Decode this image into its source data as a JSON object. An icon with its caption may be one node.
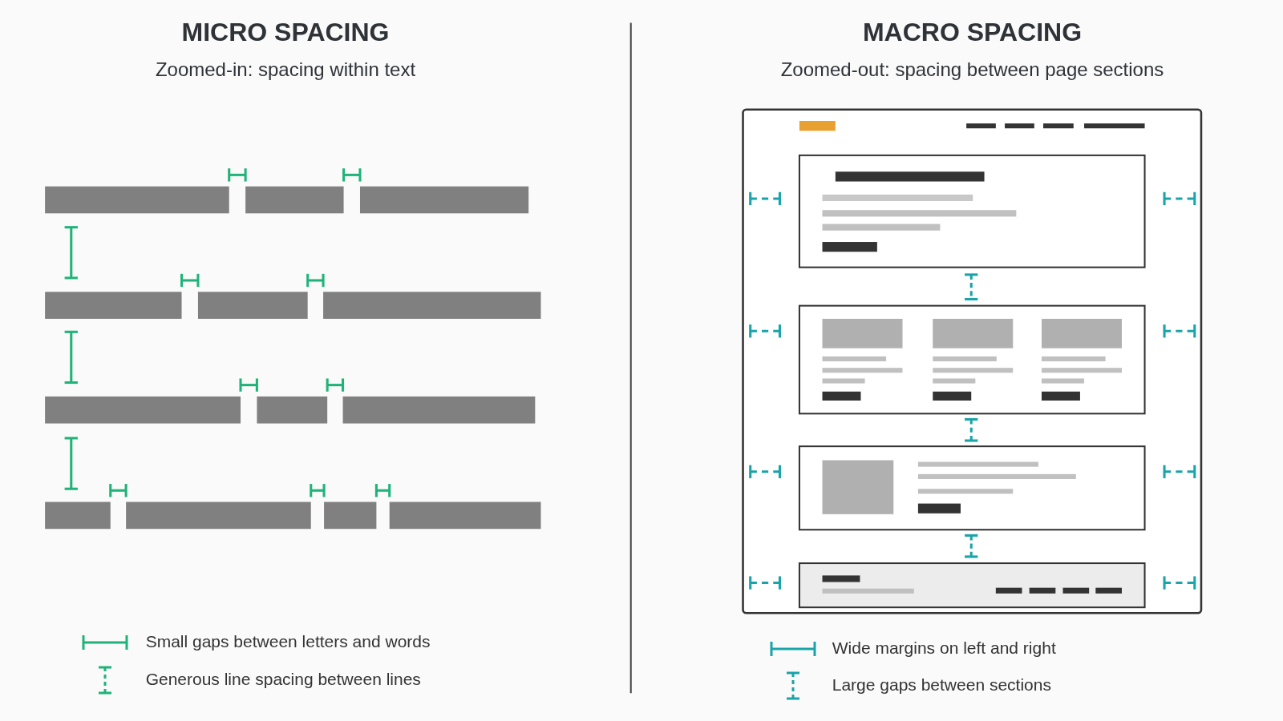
{
  "diagram": {
    "nodes": [
      {
        "text": [
          "MICRO SPACING",
          "Zoomed-in: spacing within text"
        ]
      },
      {
        "text": [
          "MACRO SPACING",
          "Zoomed-out: spacing between page sections"
        ]
      }
    ],
    "legend": [
      {
        "text": "Small gaps between letters and words"
      },
      {
        "text": "Generous line spacing between lines"
      },
      {
        "text": "Wide margins on left and right"
      },
      {
        "text": "Large gaps between sections"
      }
    ]
  }
}
